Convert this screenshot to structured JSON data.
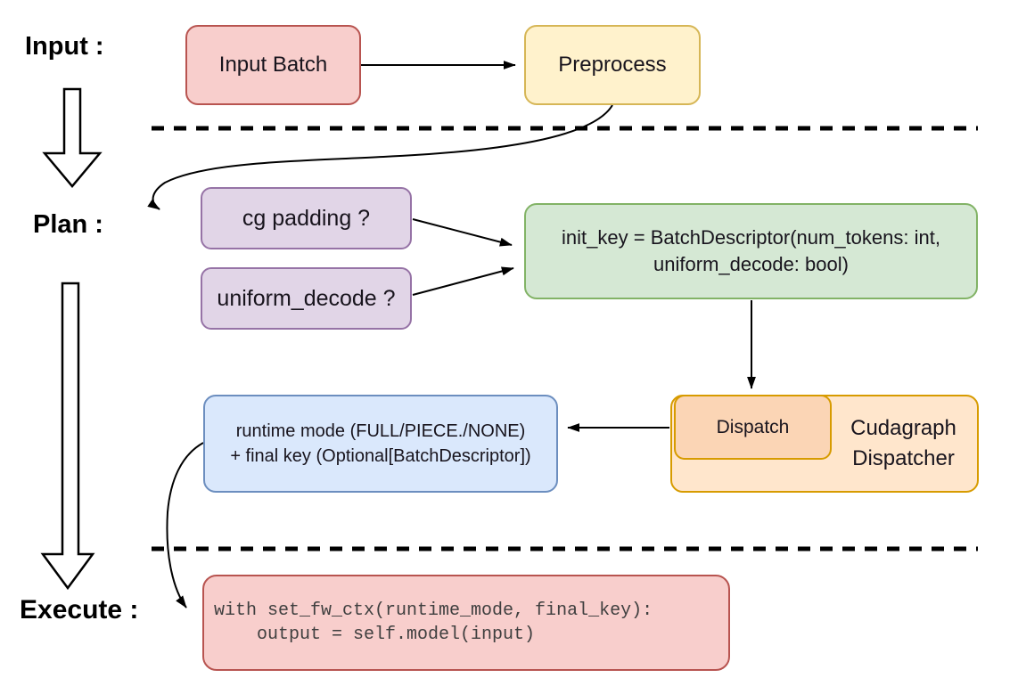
{
  "diagram": {
    "phases": {
      "input_label": "Input :",
      "plan_label": "Plan :",
      "execute_label": "Execute :"
    },
    "nodes": {
      "input_batch": {
        "label": "Input Batch"
      },
      "preprocess": {
        "label": "Preprocess"
      },
      "cg_padding": {
        "label": "cg padding ?"
      },
      "uniform_decode": {
        "label": "uniform_decode ?"
      },
      "init_key": {
        "line1": "init_key = BatchDescriptor(num_tokens: int,",
        "line2": "uniform_decode: bool)"
      },
      "dispatch": {
        "label": "Dispatch"
      },
      "cudagraph_dispatcher": {
        "line1": "Cudagraph",
        "line2": "Dispatcher"
      },
      "runtime_mode": {
        "line1": "runtime mode (FULL/PIECE./NONE)",
        "line2": "+ final key (Optional[BatchDescriptor])"
      },
      "execute_code": {
        "line1": "with set_fw_ctx(runtime_mode, final_key):",
        "line2": "    output = self.model(input)"
      }
    },
    "colors": {
      "input_batch_fill": "#f8cecc",
      "input_batch_stroke": "#b85450",
      "preprocess_fill": "#fff2cc",
      "preprocess_stroke": "#d6b656",
      "plan_question_fill": "#e1d5e7",
      "plan_question_stroke": "#9673a6",
      "init_key_fill": "#d5e8d4",
      "init_key_stroke": "#82b366",
      "cudagraph_fill": "#ffe6cc",
      "dispatch_fill": "#fbd5b5",
      "cudagraph_stroke": "#d79b00",
      "runtime_fill": "#dae8fc",
      "runtime_stroke": "#6c8ebf",
      "execute_fill": "#f8cecc",
      "execute_stroke": "#b85450",
      "connector": "#000000",
      "background": "#ffffff"
    }
  }
}
